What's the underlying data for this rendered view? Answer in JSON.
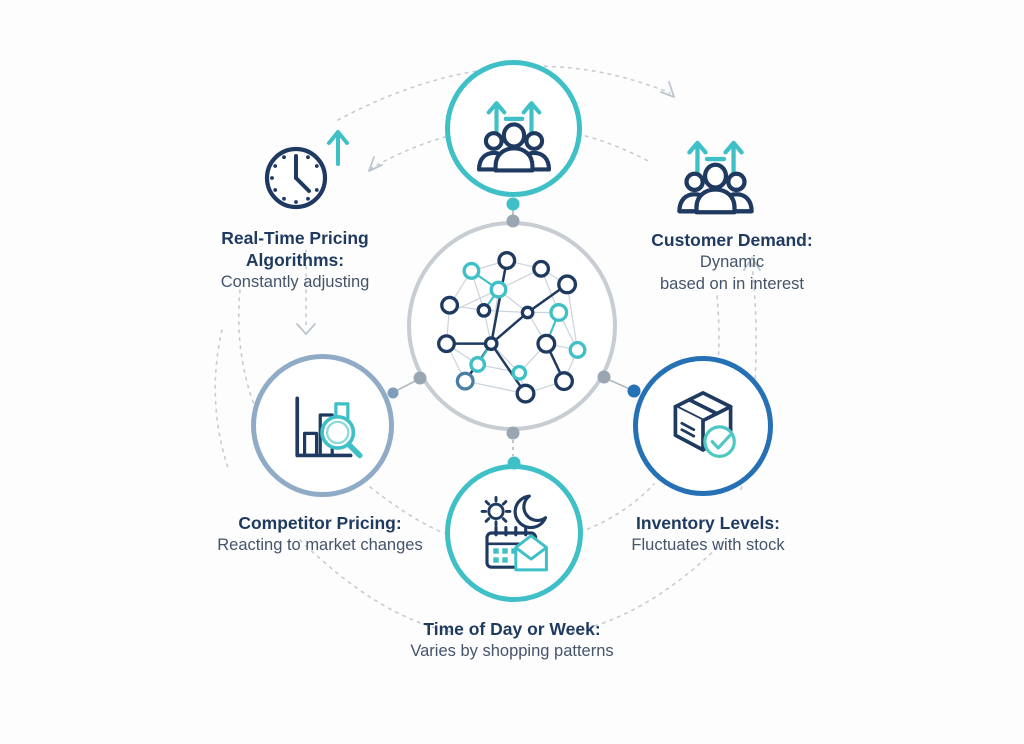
{
  "diagram": {
    "type": "dynamic-pricing-factor-cycle",
    "hub": {
      "name": "network-hub",
      "icon": "network-graph-icon"
    },
    "labels": {
      "realtime": {
        "heading_line1": "Real-Time Pricing",
        "heading_line2": "Algorithms:",
        "desc_line1": "Constantly adjusting"
      },
      "customer": {
        "heading_line1": "Customer Demand:",
        "desc_line1": "Dynamic",
        "desc_line2": "based on in interest"
      },
      "competitor": {
        "heading_line1": "Competitor Pricing:",
        "desc_line1": "Reacting to market changes"
      },
      "inventory": {
        "heading_line1": "Inventory Levels:",
        "desc_line1": "Fluctuates with stock"
      },
      "time": {
        "heading_line1": "Time of Day or Week:",
        "desc_line1": "Varies by shopping patterns"
      }
    },
    "icons": {
      "hub": "network-graph-icon",
      "top_circle": "customer-group-arrows-icon",
      "top_left": "clock-icon",
      "top_left_arrow": "arrow-up-icon",
      "top_right": "customer-group-arrows-icon",
      "left_circle": "bar-chart-magnifier-icon",
      "right_circle": "package-check-icon",
      "bottom_circle": "sun-moon-calendar-icon"
    },
    "colors": {
      "teal": "#3fbfc6",
      "navy": "#1f3a60",
      "blue_ring": "#2671b5",
      "slate_ring": "#8fabc5",
      "gray_ring": "#c7cdd3",
      "dot_gray": "#9aa6b2",
      "dot_slate": "#7e9db9",
      "dashed_guide": "#c5ccd4",
      "heading_text": "#1f3a5f",
      "body_text": "#44546a",
      "steel_node": "#4a7fa5"
    }
  }
}
